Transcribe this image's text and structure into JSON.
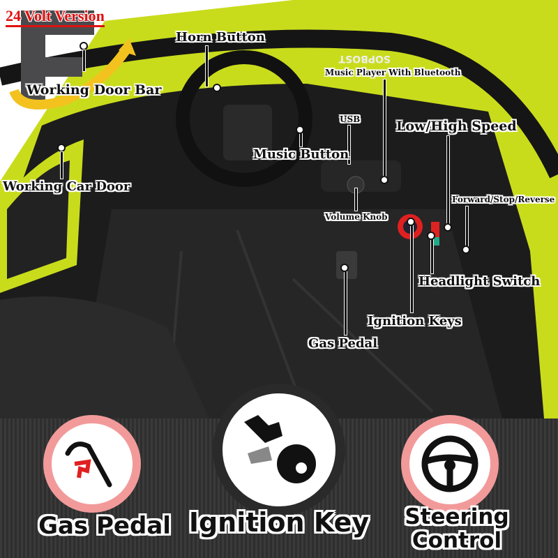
{
  "badge": {
    "text": "24 Volt Version"
  },
  "labels": {
    "horn_button": "Horn Button",
    "working_door_bar": "Working Door Bar",
    "music_player": "Music Player With Bluetooth",
    "usb": "USB",
    "low_high_speed": "Low/High Speed",
    "music_button": "Music Button",
    "working_car_door": "Working Car Door",
    "forward_stop_reverse": "Forward/Stop/Reverse",
    "volume_knob": "Volume Knob",
    "headlight_switch": "Headlight Switch",
    "ignition_keys": "Ignition Keys",
    "gas_pedal": "Gas Pedal"
  },
  "dash_brand": "SOPBOST",
  "features": [
    {
      "label": "Gas Pedal",
      "icon": "gas-pedal-icon"
    },
    {
      "label": "Ignition Key",
      "icon": "ignition-key-icon"
    },
    {
      "label_line1": "Steering",
      "label_line2": "Control",
      "icon": "steering-wheel-icon"
    }
  ],
  "colors": {
    "body": "#c9dc1c",
    "interior": "#1c1c1c",
    "accent_red": "#e02020",
    "ring": "#f29a9a",
    "arrow": "#f3c21f"
  }
}
